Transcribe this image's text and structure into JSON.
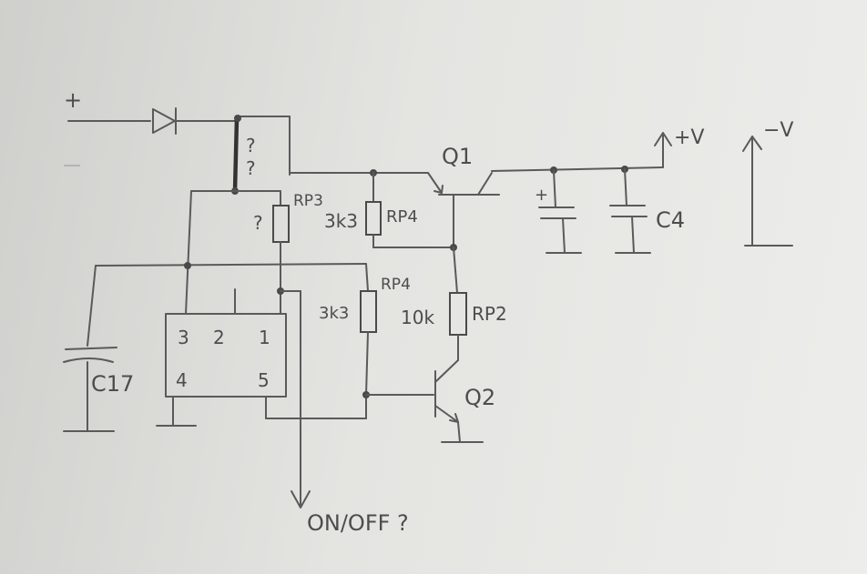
{
  "power": {
    "plus": "+",
    "minus": "−",
    "pos_out": "+V",
    "neg_out": "−V"
  },
  "transistors": {
    "q1": "Q1",
    "q2": "Q2"
  },
  "resistors": {
    "rp3": "RP3",
    "rp3_value": "?",
    "rp4": "RP4",
    "rp4_value": "3k3",
    "rp4b": "RP4",
    "rp4b_value": "3k3",
    "rp2": "RP2",
    "rp2_value": "10k"
  },
  "capacitors": {
    "c4": "C4",
    "c17": "C17",
    "polarity": "+"
  },
  "ic": {
    "pin1": "1",
    "pin2": "2",
    "pin3": "3",
    "pin4": "4",
    "pin5": "5"
  },
  "link_unknown_top": "?",
  "link_unknown_bottom": "?",
  "control": "ON/OFF ?"
}
